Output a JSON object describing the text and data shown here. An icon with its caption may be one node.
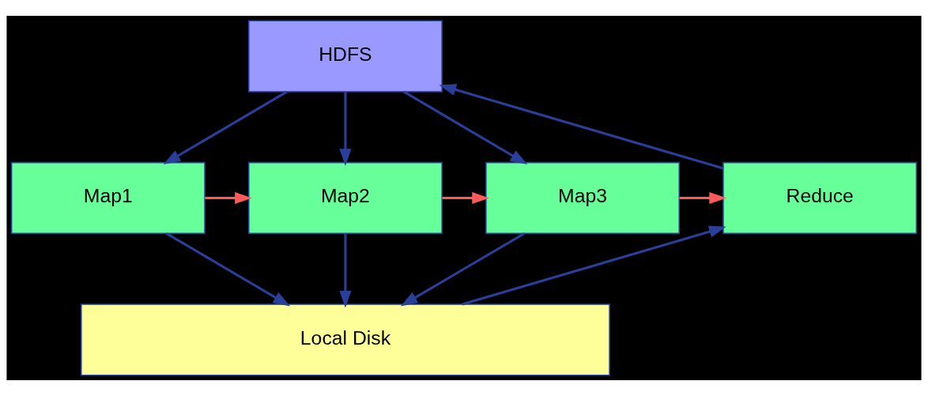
{
  "diagram": {
    "nodes": [
      {
        "text": [
          "HDFS"
        ]
      },
      {
        "text": [
          "Map1"
        ]
      },
      {
        "text": [
          "Map2"
        ]
      },
      {
        "text": [
          "Map3"
        ]
      },
      {
        "text": [
          "Reduce"
        ]
      },
      {
        "text": [
          "Local Disk"
        ]
      }
    ],
    "edges": [
      {
        "from": 0,
        "to": 1,
        "arrow": "to"
      },
      {
        "from": 0,
        "to": 2,
        "arrow": "to"
      },
      {
        "from": 0,
        "to": 3,
        "arrow": "to"
      },
      {
        "from": 1,
        "to": 2,
        "arrow": "to",
        "color": "#ff5a5a"
      },
      {
        "from": 2,
        "to": 3,
        "arrow": "to",
        "color": "#ff5a5a"
      },
      {
        "from": 3,
        "to": 4,
        "arrow": "to",
        "color": "#ff5a5a"
      },
      {
        "from": 1,
        "to": 5,
        "arrow": "to"
      },
      {
        "from": 2,
        "to": 5,
        "arrow": "to"
      },
      {
        "from": 3,
        "to": 5,
        "arrow": "to"
      },
      {
        "from": 5,
        "to": 4,
        "arrow": "to"
      },
      {
        "from": 4,
        "to": 0,
        "arrow": "to"
      }
    ]
  }
}
